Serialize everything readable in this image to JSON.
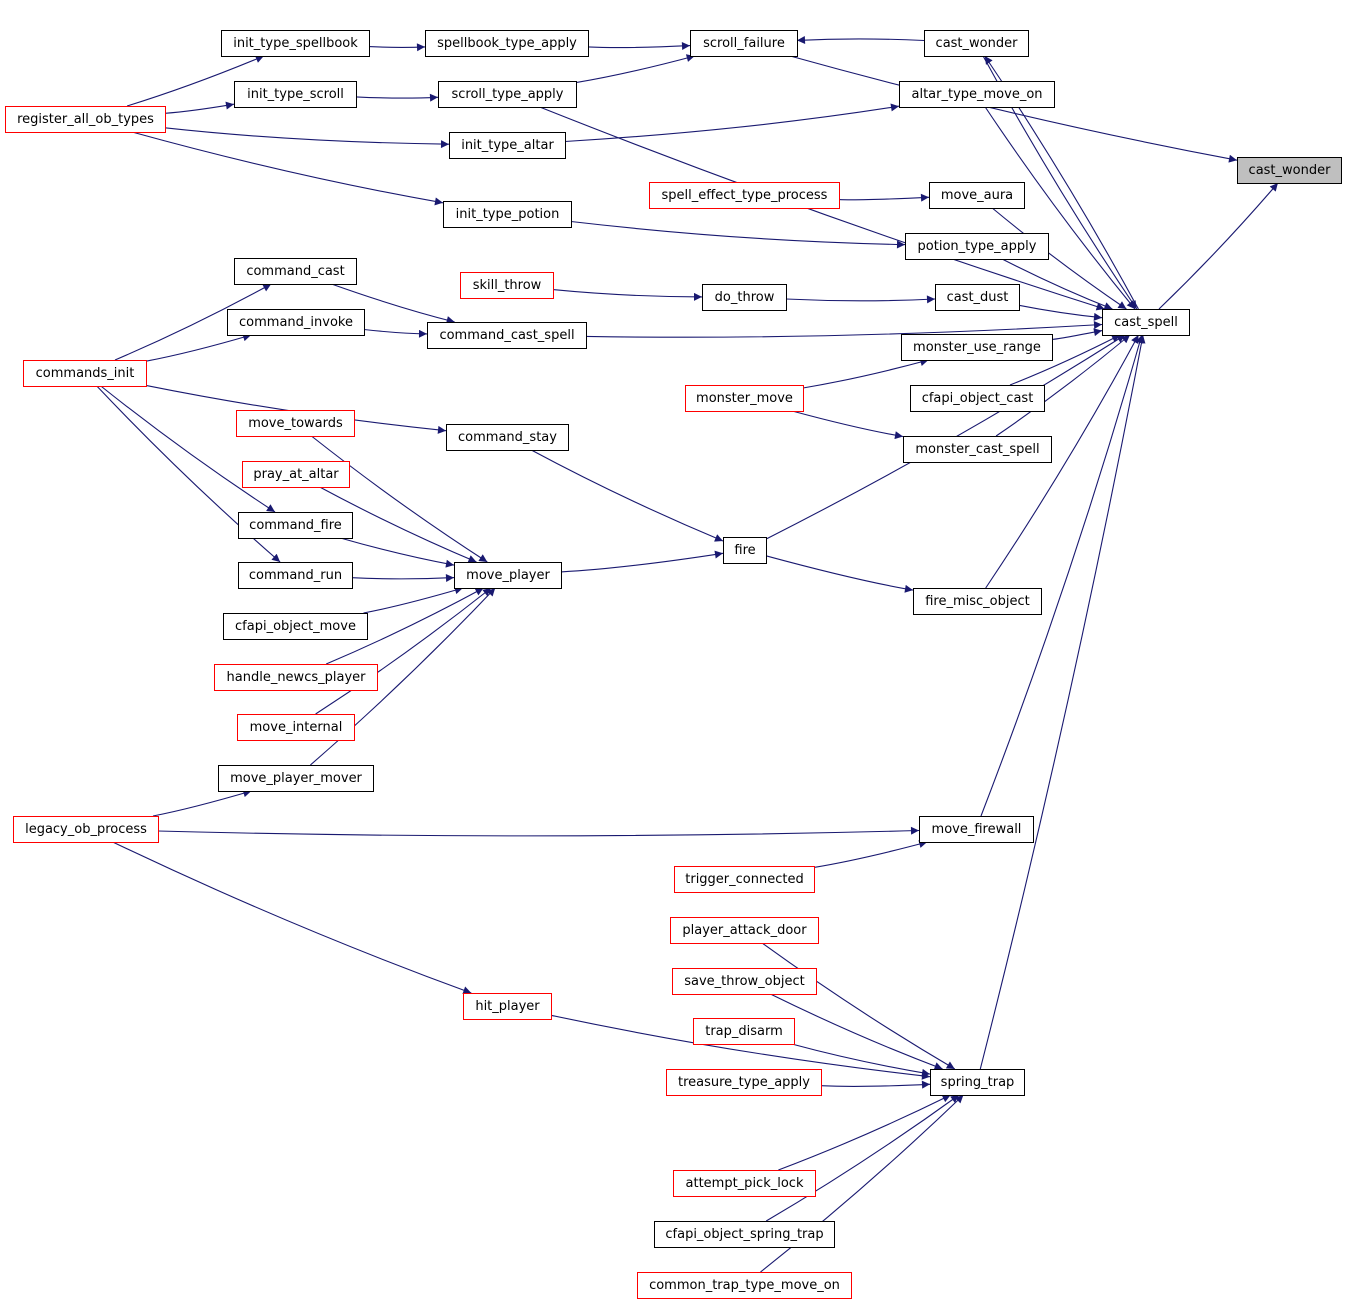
{
  "diagram": {
    "colors": {
      "edge": "#191970",
      "border_normal": "#000000",
      "border_truncated": "#ff0000",
      "highlight_fill": "#bfbfbf"
    },
    "nodes": [
      {
        "id": "cast_wonder",
        "label": "cast_wonder",
        "style": "selected"
      },
      {
        "id": "cast_spell",
        "label": "cast_spell",
        "style": "normal"
      },
      {
        "id": "scroll_failure",
        "label": "scroll_failure",
        "style": "normal"
      },
      {
        "id": "cast_wonder_2",
        "label": "cast_wonder",
        "style": "normal"
      },
      {
        "id": "spellbook_type_apply",
        "label": "spellbook_type_apply",
        "style": "normal"
      },
      {
        "id": "scroll_type_apply",
        "label": "scroll_type_apply",
        "style": "normal"
      },
      {
        "id": "init_type_spellbook",
        "label": "init_type_spellbook",
        "style": "normal"
      },
      {
        "id": "init_type_scroll",
        "label": "init_type_scroll",
        "style": "normal"
      },
      {
        "id": "register_all_ob_types",
        "label": "register_all_ob_types",
        "style": "truncated"
      },
      {
        "id": "altar_type_move_on",
        "label": "altar_type_move_on",
        "style": "normal"
      },
      {
        "id": "init_type_altar",
        "label": "init_type_altar",
        "style": "normal"
      },
      {
        "id": "move_aura",
        "label": "move_aura",
        "style": "normal"
      },
      {
        "id": "spell_effect_type_process",
        "label": "spell_effect_type_process",
        "style": "truncated"
      },
      {
        "id": "init_type_potion",
        "label": "init_type_potion",
        "style": "normal"
      },
      {
        "id": "potion_type_apply",
        "label": "potion_type_apply",
        "style": "normal"
      },
      {
        "id": "command_cast",
        "label": "command_cast",
        "style": "normal"
      },
      {
        "id": "skill_throw",
        "label": "skill_throw",
        "style": "truncated"
      },
      {
        "id": "do_throw",
        "label": "do_throw",
        "style": "normal"
      },
      {
        "id": "cast_dust",
        "label": "cast_dust",
        "style": "normal"
      },
      {
        "id": "command_invoke",
        "label": "command_invoke",
        "style": "normal"
      },
      {
        "id": "command_cast_spell",
        "label": "command_cast_spell",
        "style": "normal"
      },
      {
        "id": "monster_use_range",
        "label": "monster_use_range",
        "style": "normal"
      },
      {
        "id": "commands_init",
        "label": "commands_init",
        "style": "truncated"
      },
      {
        "id": "monster_move",
        "label": "monster_move",
        "style": "truncated"
      },
      {
        "id": "cfapi_object_cast",
        "label": "cfapi_object_cast",
        "style": "normal"
      },
      {
        "id": "move_towards",
        "label": "move_towards",
        "style": "truncated"
      },
      {
        "id": "command_stay",
        "label": "command_stay",
        "style": "normal"
      },
      {
        "id": "monster_cast_spell",
        "label": "monster_cast_spell",
        "style": "normal"
      },
      {
        "id": "pray_at_altar",
        "label": "pray_at_altar",
        "style": "truncated"
      },
      {
        "id": "command_fire",
        "label": "command_fire",
        "style": "normal"
      },
      {
        "id": "fire",
        "label": "fire",
        "style": "normal"
      },
      {
        "id": "command_run",
        "label": "command_run",
        "style": "normal"
      },
      {
        "id": "move_player",
        "label": "move_player",
        "style": "normal"
      },
      {
        "id": "fire_misc_object",
        "label": "fire_misc_object",
        "style": "normal"
      },
      {
        "id": "cfapi_object_move",
        "label": "cfapi_object_move",
        "style": "normal"
      },
      {
        "id": "handle_newcs_player",
        "label": "handle_newcs_player",
        "style": "truncated"
      },
      {
        "id": "move_internal",
        "label": "move_internal",
        "style": "truncated"
      },
      {
        "id": "move_player_mover",
        "label": "move_player_mover",
        "style": "normal"
      },
      {
        "id": "legacy_ob_process",
        "label": "legacy_ob_process",
        "style": "truncated"
      },
      {
        "id": "move_firewall",
        "label": "move_firewall",
        "style": "normal"
      },
      {
        "id": "trigger_connected",
        "label": "trigger_connected",
        "style": "truncated"
      },
      {
        "id": "player_attack_door",
        "label": "player_attack_door",
        "style": "truncated"
      },
      {
        "id": "save_throw_object",
        "label": "save_throw_object",
        "style": "truncated"
      },
      {
        "id": "hit_player",
        "label": "hit_player",
        "style": "truncated"
      },
      {
        "id": "trap_disarm",
        "label": "trap_disarm",
        "style": "truncated"
      },
      {
        "id": "treasure_type_apply",
        "label": "treasure_type_apply",
        "style": "truncated"
      },
      {
        "id": "spring_trap",
        "label": "spring_trap",
        "style": "normal"
      },
      {
        "id": "attempt_pick_lock",
        "label": "attempt_pick_lock",
        "style": "truncated"
      },
      {
        "id": "cfapi_object_spring_trap",
        "label": "cfapi_object_spring_trap",
        "style": "normal"
      },
      {
        "id": "common_trap_type_move_on",
        "label": "common_trap_type_move_on",
        "style": "truncated"
      }
    ],
    "edges": [
      {
        "from": "cast_spell",
        "to": "cast_wonder"
      },
      {
        "from": "scroll_failure",
        "to": "cast_wonder"
      },
      {
        "from": "cast_spell",
        "to": "cast_wonder_2"
      },
      {
        "from": "cast_wonder_2",
        "to": "cast_spell"
      },
      {
        "from": "cast_wonder_2",
        "to": "scroll_failure"
      },
      {
        "from": "spellbook_type_apply",
        "to": "scroll_failure"
      },
      {
        "from": "scroll_type_apply",
        "to": "scroll_failure"
      },
      {
        "from": "init_type_spellbook",
        "to": "spellbook_type_apply"
      },
      {
        "from": "init_type_scroll",
        "to": "scroll_type_apply"
      },
      {
        "from": "scroll_type_apply",
        "to": "cast_spell"
      },
      {
        "from": "register_all_ob_types",
        "to": "init_type_spellbook"
      },
      {
        "from": "register_all_ob_types",
        "to": "init_type_scroll"
      },
      {
        "from": "register_all_ob_types",
        "to": "init_type_altar"
      },
      {
        "from": "register_all_ob_types",
        "to": "init_type_potion"
      },
      {
        "from": "init_type_altar",
        "to": "altar_type_move_on"
      },
      {
        "from": "altar_type_move_on",
        "to": "cast_spell"
      },
      {
        "from": "spell_effect_type_process",
        "to": "move_aura"
      },
      {
        "from": "move_aura",
        "to": "cast_spell"
      },
      {
        "from": "init_type_potion",
        "to": "potion_type_apply"
      },
      {
        "from": "potion_type_apply",
        "to": "cast_spell"
      },
      {
        "from": "skill_throw",
        "to": "do_throw"
      },
      {
        "from": "do_throw",
        "to": "cast_dust"
      },
      {
        "from": "cast_dust",
        "to": "cast_spell"
      },
      {
        "from": "commands_init",
        "to": "command_cast"
      },
      {
        "from": "commands_init",
        "to": "command_invoke"
      },
      {
        "from": "command_cast",
        "to": "command_cast_spell"
      },
      {
        "from": "command_invoke",
        "to": "command_cast_spell"
      },
      {
        "from": "command_cast_spell",
        "to": "cast_spell"
      },
      {
        "from": "monster_move",
        "to": "monster_use_range"
      },
      {
        "from": "monster_move",
        "to": "monster_cast_spell"
      },
      {
        "from": "monster_use_range",
        "to": "cast_spell"
      },
      {
        "from": "cfapi_object_cast",
        "to": "cast_spell"
      },
      {
        "from": "monster_cast_spell",
        "to": "cast_spell"
      },
      {
        "from": "commands_init",
        "to": "command_stay"
      },
      {
        "from": "commands_init",
        "to": "command_fire"
      },
      {
        "from": "commands_init",
        "to": "command_run"
      },
      {
        "from": "command_stay",
        "to": "fire"
      },
      {
        "from": "move_towards",
        "to": "move_player"
      },
      {
        "from": "pray_at_altar",
        "to": "move_player"
      },
      {
        "from": "command_fire",
        "to": "move_player"
      },
      {
        "from": "command_run",
        "to": "move_player"
      },
      {
        "from": "cfapi_object_move",
        "to": "move_player"
      },
      {
        "from": "handle_newcs_player",
        "to": "move_player"
      },
      {
        "from": "move_internal",
        "to": "move_player"
      },
      {
        "from": "move_player_mover",
        "to": "move_player"
      },
      {
        "from": "move_player",
        "to": "fire"
      },
      {
        "from": "fire",
        "to": "cast_spell"
      },
      {
        "from": "fire",
        "to": "fire_misc_object"
      },
      {
        "from": "fire_misc_object",
        "to": "cast_spell"
      },
      {
        "from": "legacy_ob_process",
        "to": "move_player_mover"
      },
      {
        "from": "legacy_ob_process",
        "to": "move_firewall"
      },
      {
        "from": "legacy_ob_process",
        "to": "hit_player"
      },
      {
        "from": "trigger_connected",
        "to": "move_firewall"
      },
      {
        "from": "move_firewall",
        "to": "cast_spell"
      },
      {
        "from": "player_attack_door",
        "to": "spring_trap"
      },
      {
        "from": "save_throw_object",
        "to": "spring_trap"
      },
      {
        "from": "trap_disarm",
        "to": "spring_trap"
      },
      {
        "from": "treasure_type_apply",
        "to": "spring_trap"
      },
      {
        "from": "hit_player",
        "to": "spring_trap"
      },
      {
        "from": "attempt_pick_lock",
        "to": "spring_trap"
      },
      {
        "from": "cfapi_object_spring_trap",
        "to": "spring_trap"
      },
      {
        "from": "common_trap_type_move_on",
        "to": "spring_trap"
      },
      {
        "from": "spring_trap",
        "to": "cast_spell"
      }
    ]
  }
}
